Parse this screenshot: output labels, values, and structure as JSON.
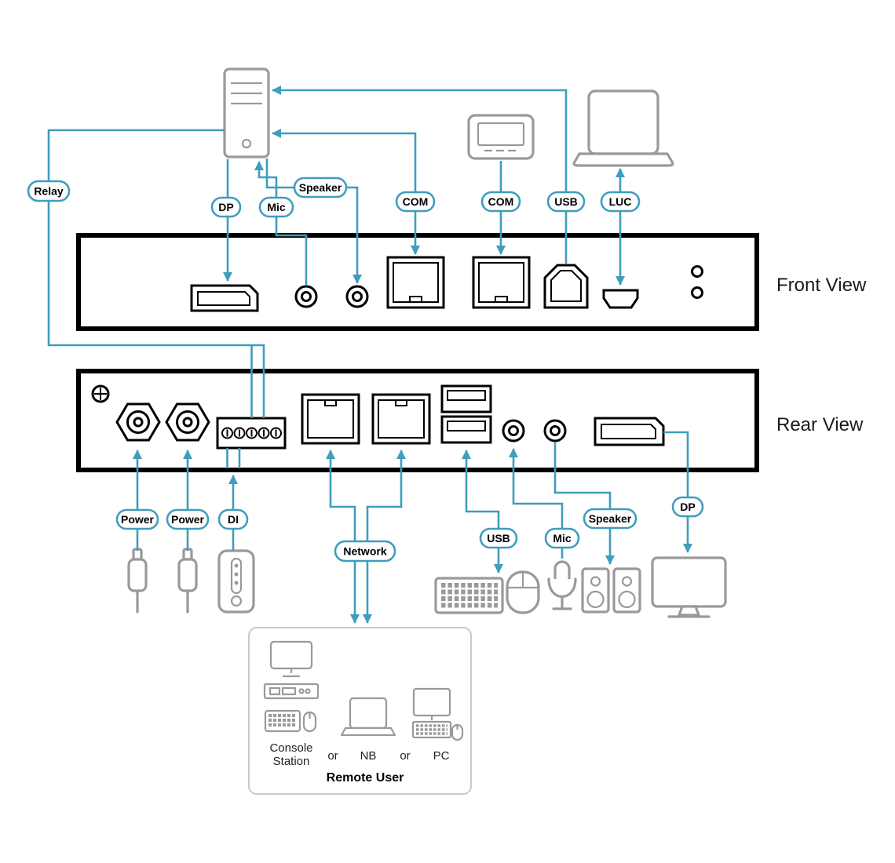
{
  "titles": {
    "front": "Front View",
    "rear": "Rear View"
  },
  "labels": {
    "relay": "Relay",
    "dp_front": "DP",
    "mic_front": "Mic",
    "speaker_front": "Speaker",
    "com1": "COM",
    "com2": "COM",
    "usb_front": "USB",
    "luc": "LUC",
    "power1": "Power",
    "power2": "Power",
    "di": "DI",
    "network": "Network",
    "usb_rear": "USB",
    "mic_rear": "Mic",
    "speaker_rear": "Speaker",
    "dp_rear": "DP"
  },
  "remote_user": {
    "console_line1": "Console",
    "console_line2": "Station",
    "or1": "or",
    "nb": "NB",
    "or2": "or",
    "pc": "PC",
    "title": "Remote User"
  },
  "icons": {
    "computer_tower": "computer-tower-icon",
    "serial_terminal": "serial-terminal-icon",
    "laptop": "laptop-icon",
    "power_plug_1": "power-plug-icon",
    "power_plug_2": "power-plug-icon",
    "di_sensor": "di-sensor-icon",
    "keyboard": "keyboard-icon",
    "mouse": "mouse-icon",
    "microphone": "microphone-icon",
    "speakers": "speakers-icon",
    "monitor": "monitor-icon",
    "console_station": "console-station-icon",
    "notebook": "notebook-icon",
    "desktop_pc": "desktop-pc-icon"
  },
  "colors": {
    "wire": "#3f9dbd",
    "device_outline": "#9a9a9a",
    "panel_outline": "#000000",
    "remote_box_border": "#c9c9c9",
    "text": "#1a1a1a"
  }
}
